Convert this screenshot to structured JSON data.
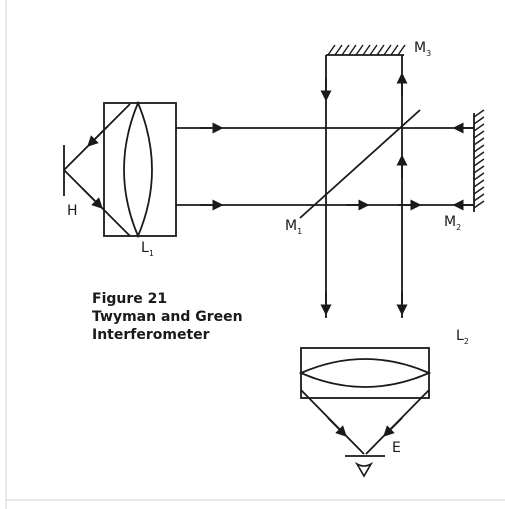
{
  "caption": {
    "line1": "Figure 21",
    "line2": "Twyman and Green",
    "line3": "Interferometer"
  },
  "labels": {
    "source": {
      "main": "H",
      "sub": ""
    },
    "lens1": {
      "main": "L",
      "sub": "1"
    },
    "mirror1": {
      "main": "M",
      "sub": "1"
    },
    "mirror2": {
      "main": "M",
      "sub": "2"
    },
    "mirror3": {
      "main": "M",
      "sub": "3"
    },
    "lens2": {
      "main": "L",
      "sub": "2"
    },
    "eye": {
      "main": "E",
      "sub": ""
    }
  },
  "colors": {
    "ink": "#1a1a1a",
    "frame": "#d6d6d6"
  }
}
